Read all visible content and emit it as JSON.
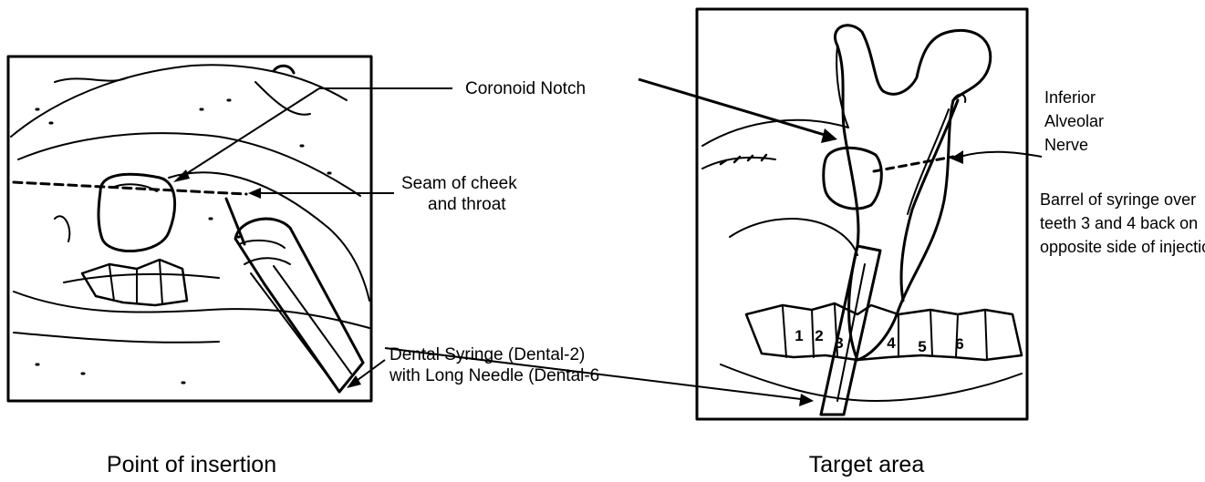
{
  "left_panel": {
    "caption": "Point of insertion",
    "labels": {
      "coronoid_notch": "Coronoid Notch",
      "seam_line1": "Seam of cheek",
      "seam_line2": "and throat",
      "syringe_line1": "Dental Syringe (Dental-2)",
      "syringe_line2": "with Long Needle (Dental-6"
    }
  },
  "right_panel": {
    "caption": "Target area",
    "labels": {
      "nerve_line1": "Inferior",
      "nerve_line2": "Alveolar",
      "nerve_line3": "Nerve",
      "barrel_line1": "Barrel of syringe over",
      "barrel_line2": "teeth 3 and 4 back on",
      "barrel_line3": "opposite side of injection"
    },
    "tooth_numbers": [
      "1",
      "2",
      "3",
      "4",
      "5",
      "6"
    ]
  }
}
